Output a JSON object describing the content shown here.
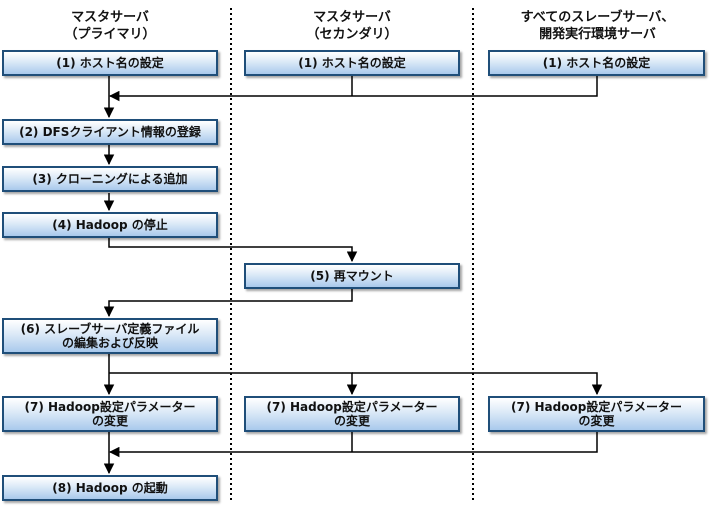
{
  "columns": {
    "primary": {
      "line1": "マスタサーバ",
      "line2": "（プライマリ）"
    },
    "secondary": {
      "line1": "マスタサーバ",
      "line2": "（セカンダリ）"
    },
    "slaves": {
      "line1": "すべてのスレーブサーバ、",
      "line2": "開発実行環境サーバ"
    }
  },
  "steps": {
    "s1_primary": "(1) ホスト名の設定",
    "s1_secondary": "(1) ホスト名の設定",
    "s1_slaves": "(1) ホスト名の設定",
    "s2": "(2) DFSクライアント情報の登録",
    "s3": "(3) クローニングによる追加",
    "s4": "(4) Hadoop の停止",
    "s5": "(5) 再マウント",
    "s6_line1": "(6) スレーブサーバ定義ファイル",
    "s6_line2": "の編集および反映",
    "s7_primary_line1": "(7) Hadoop設定パラメーター",
    "s7_primary_line2": "の変更",
    "s7_secondary_line1": "(7) Hadoop設定パラメーター",
    "s7_secondary_line2": "の変更",
    "s7_slaves_line1": "(7) Hadoop設定パラメーター",
    "s7_slaves_line2": "の変更",
    "s8": "(8) Hadoop の起動"
  },
  "colors": {
    "box_border": "#1f4e79",
    "box_fill_top": "#ffffff",
    "box_fill_bottom": "#a9c9ec",
    "line": "#000000"
  }
}
